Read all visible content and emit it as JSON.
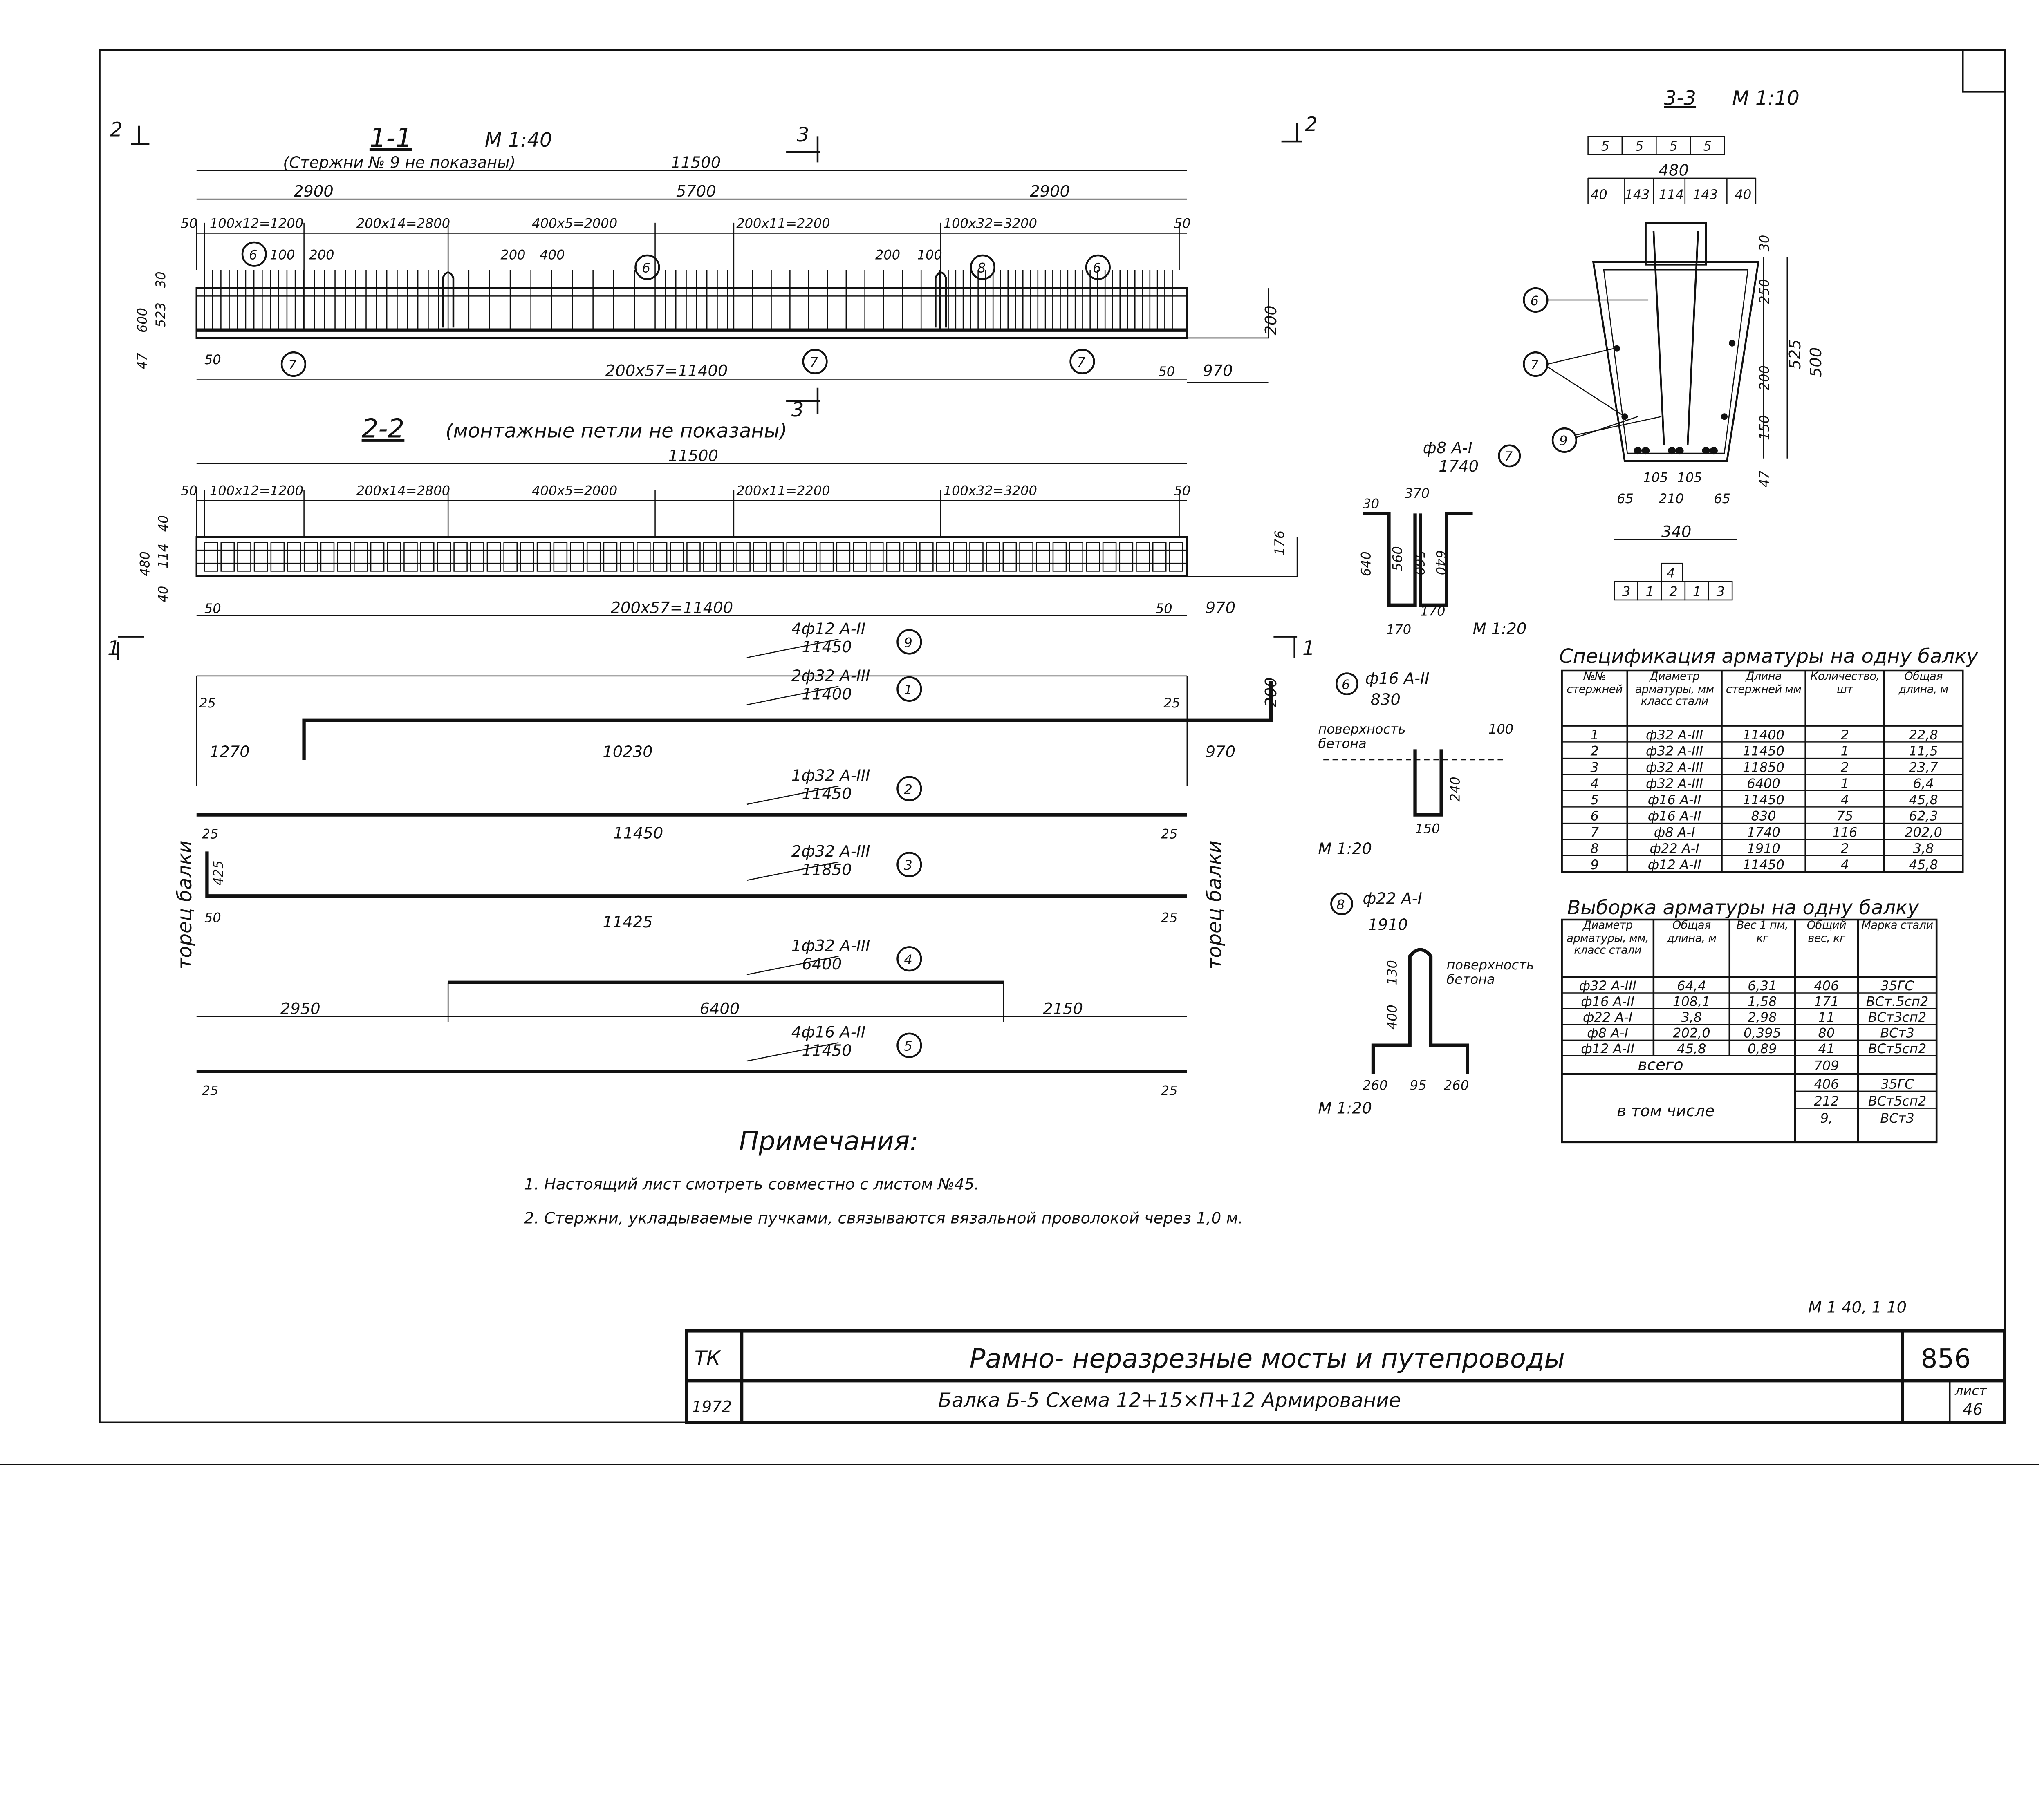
{
  "section_1_1": {
    "label": "1-1",
    "scale": "М 1:40",
    "note": "(Стержни № 9 не показаны)",
    "overall": "11500",
    "left": "2900",
    "mid": "5700",
    "right": "2900",
    "dims": [
      "50",
      "100x12=1200",
      "200x14=2800",
      "400x5=2000",
      "200x11=2200",
      "100x32=3200",
      "50"
    ],
    "small": [
      "100",
      "200",
      "200",
      "400",
      "200",
      "100"
    ],
    "bottom": "200x57=11400",
    "end": "970",
    "end_left": "50",
    "end_right": "50",
    "height": [
      "600",
      "523",
      "30",
      "47"
    ],
    "side": "200",
    "markers": [
      "6",
      "6",
      "8",
      "6",
      "7",
      "7",
      "7"
    ]
  },
  "cut_markers": {
    "c3": "3",
    "c3b": "3",
    "c2l": "2",
    "c2r": "2",
    "c1l": "1",
    "c1r": "1"
  },
  "section_2_2": {
    "label": "2-2",
    "note": "(монтажные петли не показаны)",
    "overall": "11500",
    "dims": [
      "50",
      "100x12=1200",
      "200x14=2800",
      "400x5=2000",
      "200x11=2200",
      "100x32=3200",
      "50"
    ],
    "height": [
      "480",
      "40",
      "114",
      "40"
    ],
    "side": "176",
    "bottom": "200x57=11400",
    "end": "970",
    "end_left": "50",
    "end_right": "50"
  },
  "bars": [
    {
      "no": "9",
      "spec": "4ф12 А-II",
      "len": "11450",
      "dims": []
    },
    {
      "no": "1",
      "spec": "2ф32 А-III",
      "len": "11400",
      "dims": [
        "25",
        "25",
        "1270",
        "10230",
        "970",
        "200"
      ]
    },
    {
      "no": "2",
      "spec": "1ф32 А-III",
      "len": "11450",
      "dims": [
        "25",
        "11450",
        "25"
      ]
    },
    {
      "no": "3",
      "spec": "2ф32 А-III",
      "len": "11850",
      "dims": [
        "425",
        "50",
        "11425",
        "25"
      ]
    },
    {
      "no": "4",
      "spec": "1ф32 А-III",
      "len": "6400",
      "dims": [
        "2950",
        "6400",
        "2150"
      ]
    },
    {
      "no": "5",
      "spec": "4ф16 А-II",
      "len": "11450",
      "dims": [
        "25",
        "25"
      ]
    }
  ],
  "beam_end_label": "торец балки",
  "detail_7": {
    "spec": "ф8 А-I",
    "no": "7",
    "len": "1740",
    "dims": [
      "370",
      "30",
      "640",
      "560",
      "560",
      "640",
      "170",
      "170"
    ],
    "scale": "М 1:20"
  },
  "detail_6": {
    "no": "6",
    "spec": "ф16 А-II",
    "len": "830",
    "surface": "поверхность бетона",
    "dims": [
      "100",
      "240",
      "150"
    ],
    "scale": "М 1:20"
  },
  "detail_8": {
    "no": "8",
    "spec": "ф22 А-I",
    "len": "1910",
    "surface": "поверхность бетона",
    "dims": [
      "130",
      "400",
      "260",
      "95",
      "260"
    ],
    "scale": "М 1:20"
  },
  "section_3_3": {
    "label": "3-3",
    "scale": "М 1:10",
    "top": [
      "5",
      "5",
      "5",
      "5"
    ],
    "width": "480",
    "sub": [
      "40",
      "143",
      "114",
      "143",
      "40"
    ],
    "right": [
      "30",
      "250",
      "200",
      "150",
      "47"
    ],
    "total": [
      "525",
      "500"
    ],
    "bottom": [
      "105",
      "105"
    ],
    "bottom2": [
      "65",
      "210",
      "65"
    ],
    "base": "340",
    "markers": [
      "6",
      "7",
      "9"
    ],
    "legend_top": "4",
    "legend": [
      "3",
      "1",
      "2",
      "1",
      "3"
    ]
  },
  "spec_table": {
    "title": "Спецификация арматуры на одну балку",
    "headers": [
      "№№ стержней",
      "Диаметр арматуры, мм класс стали",
      "Длина стержней мм",
      "Количество, шт",
      "Общая длина, м"
    ],
    "rows": [
      [
        "1",
        "ф32 А-III",
        "11400",
        "2",
        "22,8"
      ],
      [
        "2",
        "ф32 А-III",
        "11450",
        "1",
        "11,5"
      ],
      [
        "3",
        "ф32 А-III",
        "11850",
        "2",
        "23,7"
      ],
      [
        "4",
        "ф32 А-III",
        "6400",
        "1",
        "6,4"
      ],
      [
        "5",
        "ф16 А-II",
        "11450",
        "4",
        "45,8"
      ],
      [
        "6",
        "ф16 А-II",
        "830",
        "75",
        "62,3"
      ],
      [
        "7",
        "ф8 А-I",
        "1740",
        "116",
        "202,0"
      ],
      [
        "8",
        "ф22 А-I",
        "1910",
        "2",
        "3,8"
      ],
      [
        "9",
        "ф12 А-II",
        "11450",
        "4",
        "45,8"
      ]
    ]
  },
  "selection_table": {
    "title": "Выборка арматуры на одну балку",
    "headers": [
      "Диаметр арматуры, мм, класс стали",
      "Общая длина, м",
      "Вес 1 пм, кг",
      "Общий вес, кг",
      "Марка стали"
    ],
    "rows": [
      [
        "ф32 А-III",
        "64,4",
        "6,31",
        "406",
        "35ГС"
      ],
      [
        "ф16 А-II",
        "108,1",
        "1,58",
        "171",
        "ВСт.5сп2"
      ],
      [
        "ф22 А-I",
        "3,8",
        "2,98",
        "11",
        "ВСт3сп2"
      ],
      [
        "ф8 А-I",
        "202,0",
        "0,395",
        "80",
        "ВСт3"
      ],
      [
        "ф12 А-II",
        "45,8",
        "0,89",
        "41",
        "ВСт5сп2"
      ]
    ],
    "total_label": "всего",
    "total": "709",
    "incl_label": "в том числе",
    "incl": [
      [
        "406",
        "35ГС"
      ],
      [
        "212",
        "ВСт5сп2"
      ],
      [
        "9,",
        "ВСт3"
      ]
    ]
  },
  "notes": {
    "heading": "Примечания:",
    "items": [
      "1. Настоящий лист смотреть совместно с листом №45.",
      "2. Стержни, укладываемые пучками, связываются вязальной проволокой через 1,0 м."
    ]
  },
  "title_block": {
    "scales": "М 1 40, 1 10",
    "org": "ТК",
    "year": "1972",
    "title": "Рамно- неразрезные мосты и путепроводы",
    "subtitle": "Балка Б-5   Схема 12+15×П+12   Армирование",
    "sheet_no": "856",
    "list_label": "лист",
    "list_no": "46"
  }
}
